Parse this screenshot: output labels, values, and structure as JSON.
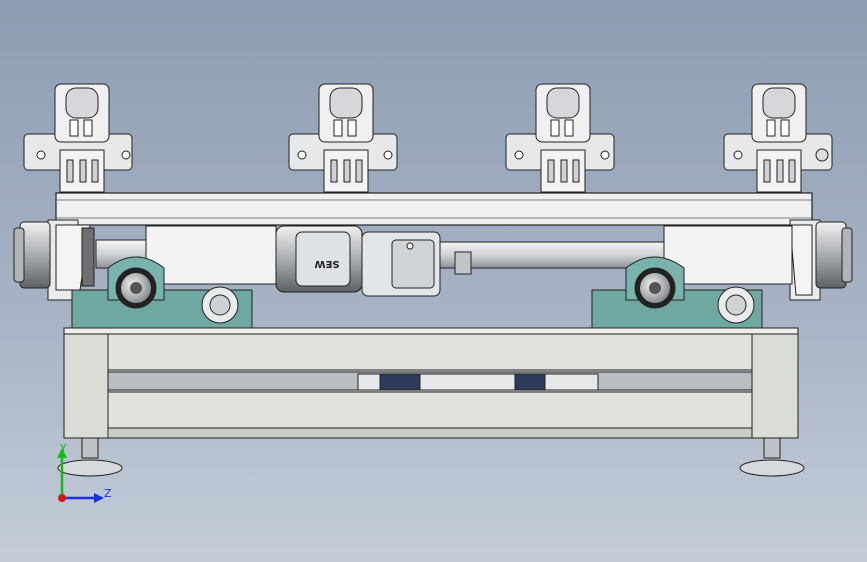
{
  "scene": {
    "motor_label": "SEW",
    "triad": {
      "y_label": "Y",
      "z_label": "Z"
    }
  },
  "colors": {
    "background_top": "#8e9db3",
    "background_bottom": "#c4ccd8",
    "steel": "#e4e6e8",
    "steel_dark": "#9a9ea3",
    "bearing_teal": "#6fa7a1",
    "frame_gray": "#d8dbd6",
    "outline": "#222222",
    "axis_y": "#18b818",
    "axis_z": "#1830e0",
    "axis_x": "#d01818"
  },
  "icons": {
    "triad": "coordinate-triad-icon"
  }
}
